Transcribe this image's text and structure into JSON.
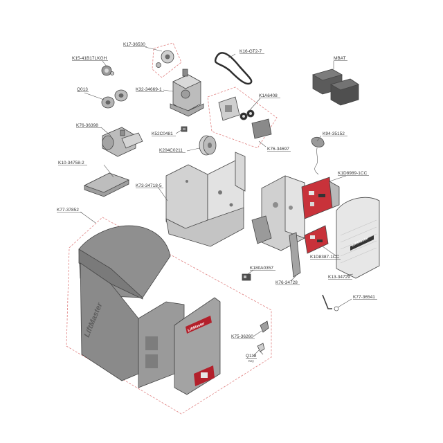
{
  "colors": {
    "housing": "#8e8e8e",
    "housing_dark": "#6f6f6f",
    "frame": "#d6d6d6",
    "board": "#c8323a",
    "badge": "#b3202b",
    "dash_line": "#e08080"
  },
  "parts": [
    {
      "id": "k17",
      "label": "K17-36530"
    },
    {
      "id": "k16",
      "label": "K16-GT2-7"
    },
    {
      "id": "mbat",
      "label": "MBAT"
    },
    {
      "id": "k15",
      "label": "K15-41B17LKGH"
    },
    {
      "id": "q013",
      "label": "Q013"
    },
    {
      "id": "k32",
      "label": "K32-34669-1"
    },
    {
      "id": "k1a",
      "label": "K1A6408"
    },
    {
      "id": "k76a",
      "label": "K76-36398"
    },
    {
      "id": "k52",
      "label": "K52C0481"
    },
    {
      "id": "k204",
      "label": "K204C0211"
    },
    {
      "id": "k76b",
      "label": "K76-34697"
    },
    {
      "id": "k94",
      "label": "K94-35152"
    },
    {
      "id": "k10",
      "label": "K10-34758-2"
    },
    {
      "id": "k1d1",
      "label": "K1D8989-1CC"
    },
    {
      "id": "k73",
      "label": "K73-34718-5"
    },
    {
      "id": "k77a",
      "label": "K77-37852"
    },
    {
      "id": "k1d2",
      "label": "K1D8387-1CC"
    },
    {
      "id": "k180",
      "label": "K180A0357"
    },
    {
      "id": "k13",
      "label": "K13-34729"
    },
    {
      "id": "k76c",
      "label": "K76-34728"
    },
    {
      "id": "k77b",
      "label": "K77-36541"
    },
    {
      "id": "k75",
      "label": "K75-36260"
    },
    {
      "id": "q118",
      "label": "Q118"
    }
  ],
  "key_caption": "Key",
  "brand_text": "LiftMaster"
}
